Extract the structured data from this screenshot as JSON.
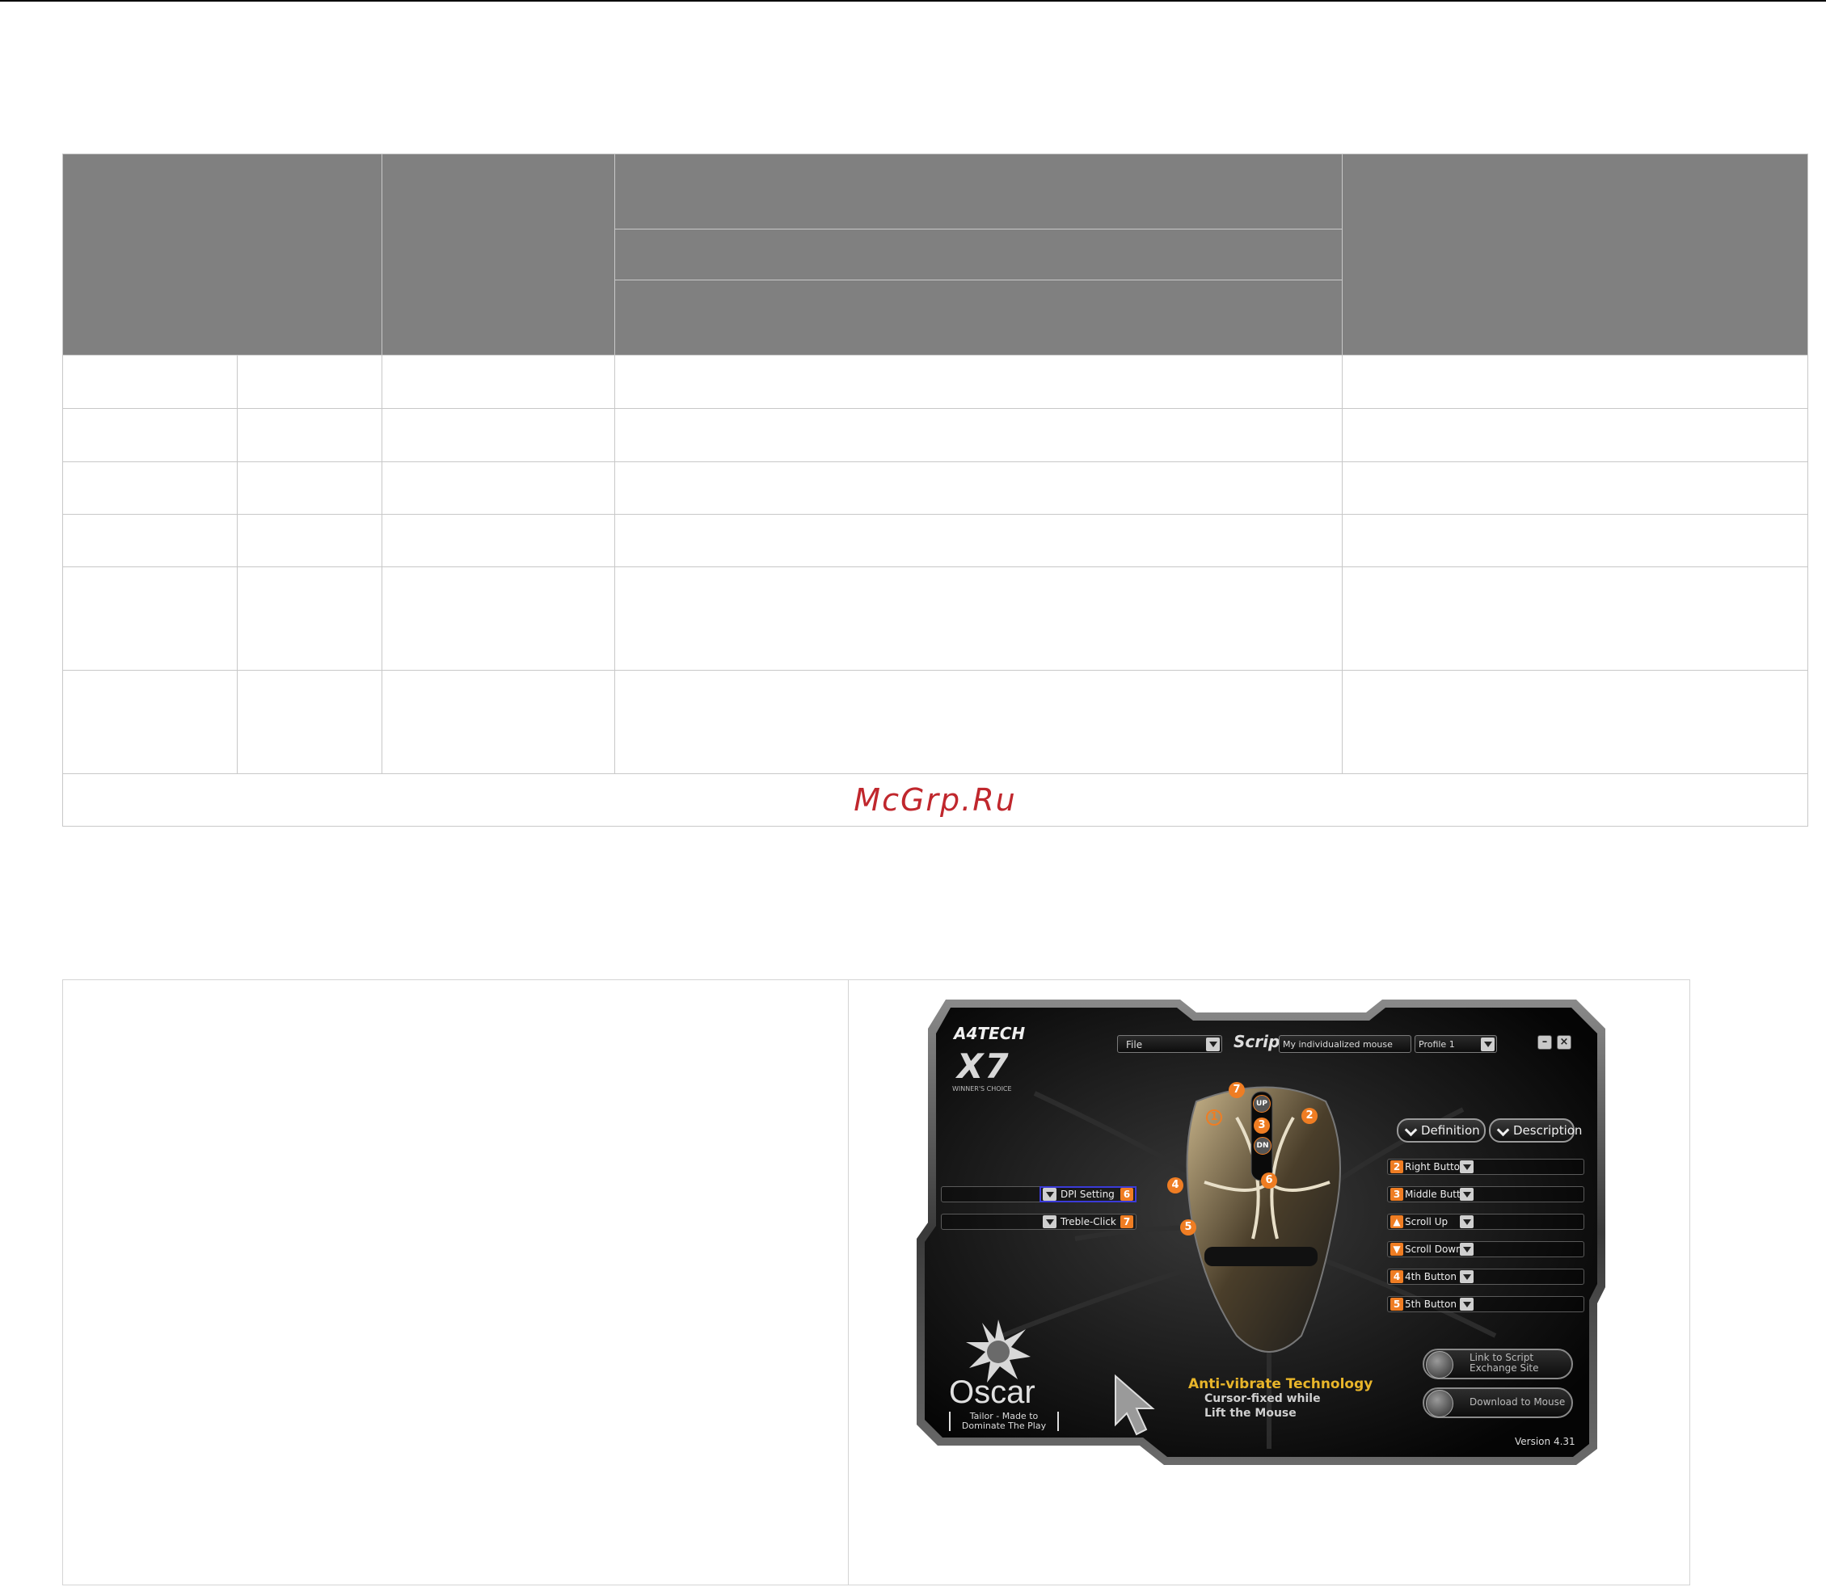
{
  "watermark": "McGrp.Ru",
  "app": {
    "brand": "A4TECH",
    "model": "X7",
    "model_tagline": "WINNER'S CHOICE",
    "file_menu": "File",
    "script_label": "Script",
    "script_name": "My individualized mouse",
    "profile": "Profile 1",
    "minimize_glyph": "–",
    "close_glyph": "×",
    "tabs": [
      "Definition",
      "Description"
    ],
    "left_buttons": [
      {
        "label": "DPI Setting",
        "num": "6"
      },
      {
        "label": "Treble-Click",
        "num": "7"
      }
    ],
    "right_buttons": [
      {
        "label": "Right Button",
        "num": "2"
      },
      {
        "label": "Middle Button",
        "num": "3"
      },
      {
        "label": "Scroll Up",
        "num": ""
      },
      {
        "label": "Scroll Down",
        "num": ""
      },
      {
        "label": "4th Button",
        "num": "4"
      },
      {
        "label": "5th Button",
        "num": "5"
      }
    ],
    "callouts": [
      "7",
      "1",
      "UP",
      "2",
      "3",
      "DN",
      "4",
      "6",
      "5"
    ],
    "oscar_title": "Oscar",
    "oscar_tagline_1": "Tailor - Made to",
    "oscar_tagline_2": "Dominate The Play",
    "anti_vibrate_title": "Anti-vibrate Technology",
    "anti_vibrate_line_1": "Cursor-fixed while",
    "anti_vibrate_line_2": "Lift the Mouse",
    "link_button_line_1": "Link to Script",
    "link_button_line_2": "Exchange Site",
    "download_button": "Download to Mouse",
    "version": "Version 4.31"
  }
}
